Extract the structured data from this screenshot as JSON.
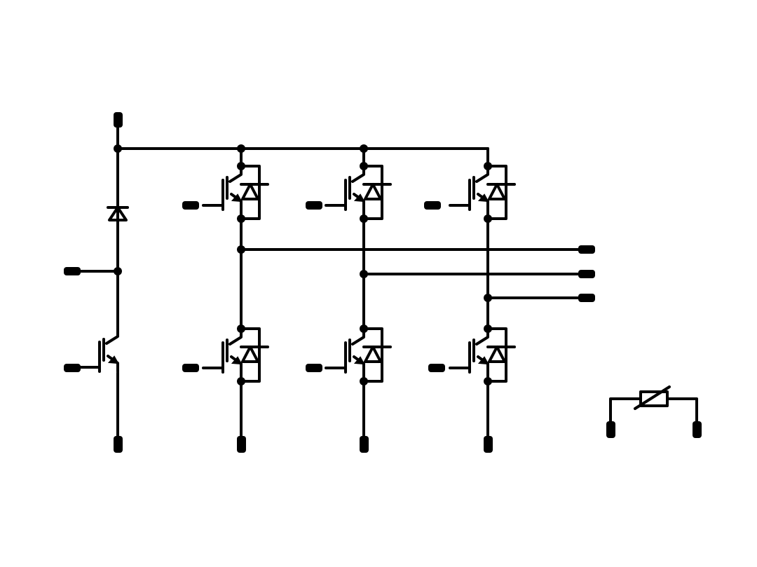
{
  "diagram": {
    "kind": "brake-chopper three-phase inverter module with NTC thermistor",
    "line_color": "#000000",
    "background": "#ffffff",
    "terminals": {
      "dc_plus": 1,
      "brake_gate": 1,
      "brake_collector": 1,
      "brake_emitter": 1,
      "phase_outputs": 3,
      "high_side_gates": 3,
      "low_side_gates": 3,
      "low_side_emitters": 3,
      "ntc": 2
    },
    "components": {
      "brake_diode": 1,
      "brake_igbt": 1,
      "inverter_igbts_with_freewheel_diodes": 6,
      "ntc_thermistor": 1
    }
  }
}
